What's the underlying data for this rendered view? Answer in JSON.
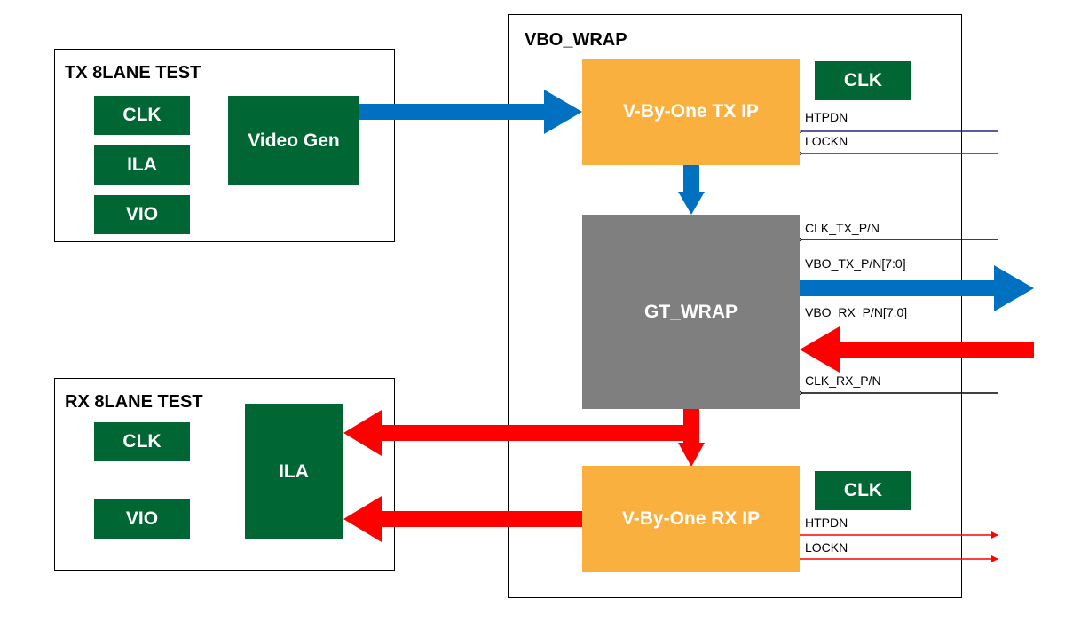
{
  "tx_test": {
    "title": "TX 8LANE TEST",
    "blocks": {
      "clk": "CLK",
      "ila": "ILA",
      "vio": "VIO",
      "video_gen": "Video Gen"
    }
  },
  "rx_test": {
    "title": "RX 8LANE TEST",
    "blocks": {
      "clk": "CLK",
      "vio": "VIO",
      "ila": "ILA"
    }
  },
  "vbo_wrap": {
    "title": "VBO_WRAP",
    "tx_ip": "V-By-One TX IP",
    "rx_ip": "V-By-One RX IP",
    "gt_wrap": "GT_WRAP",
    "tx_clk": "CLK",
    "rx_clk": "CLK"
  },
  "signals": {
    "tx_htpdn": "HTPDN",
    "tx_lockn": "LOCKN",
    "clk_tx": "CLK_TX_P/N",
    "vbo_tx": "VBO_TX_P/N[7:0]",
    "vbo_rx": "VBO_RX_P/N[7:0]",
    "clk_rx": "CLK_RX_P/N",
    "rx_htpdn": "HTPDN",
    "rx_lockn": "LOCKN"
  },
  "colors": {
    "block_green": "#006633",
    "ip_orange": "#f9b03e",
    "gt_gray": "#7f7f7f",
    "tx_path_blue": "#0070c0",
    "rx_path_red": "#ff0000",
    "tx_ctrl_navy": "#1f2a7a"
  }
}
